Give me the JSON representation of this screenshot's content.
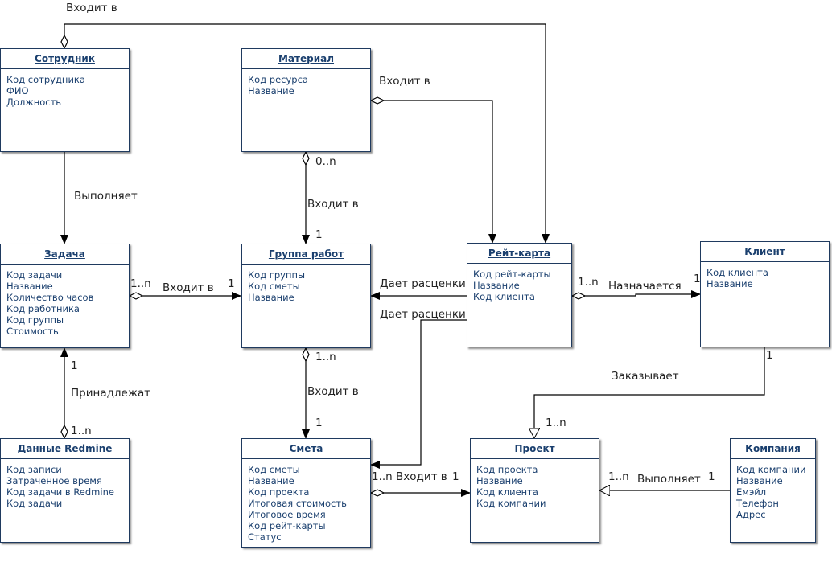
{
  "entities": {
    "employee": {
      "title": "Сотрудник",
      "attrs": [
        "Код сотрудника",
        "ФИО",
        "Должность"
      ]
    },
    "material": {
      "title": "Материал",
      "attrs": [
        "Код ресурса",
        "Название"
      ]
    },
    "task": {
      "title": "Задача",
      "attrs": [
        "Код задачи",
        "Название",
        "Количество часов",
        "Код работника",
        "Код группы",
        "Стоимость"
      ]
    },
    "work_group": {
      "title": "Группа работ",
      "attrs": [
        "Код группы",
        "Код сметы",
        "Название"
      ]
    },
    "rate_card": {
      "title": "Рейт-карта",
      "attrs": [
        "Код рейт-карты",
        "Название",
        "Код клиента"
      ]
    },
    "client": {
      "title": "Клиент",
      "attrs": [
        "Код клиента",
        "Название"
      ]
    },
    "redmine": {
      "title": "Данные Redmine",
      "attrs": [
        "Код записи",
        "Затраченное время",
        "Код задачи в Redmine",
        "Код задачи"
      ]
    },
    "estimate": {
      "title": "Смета",
      "attrs": [
        "Код сметы",
        "Название",
        "Код проекта",
        "Итоговая стоимость",
        "Итоговое время",
        "Код рейт-карты",
        "Статус"
      ]
    },
    "project": {
      "title": "Проект",
      "attrs": [
        "Код проекта",
        "Название",
        "Код клиента",
        "Код компании"
      ]
    },
    "company": {
      "title": "Компания",
      "attrs": [
        "Код компании",
        "Название",
        "Емэйл",
        "Телефон",
        "Адрес"
      ]
    }
  },
  "labels": {
    "employee_in_ratecard": "Входит в",
    "performs": "Выполняет",
    "material_in_ratecard": "Входит в",
    "material_mult": "0..n",
    "material_in_group": "Входит в",
    "group_one_top": "1",
    "task_mult": "1..n",
    "task_in_group": "Входит в",
    "group_one_left": "1",
    "gives_rates_1": "Дает расценки",
    "gives_rates_2": "Дает расценки",
    "ratecard_mult": "1..n",
    "assigned": "Назначается",
    "client_one_left": "1",
    "client_one_bottom": "1",
    "orders": "Заказывает",
    "project_mult_top": "1..n",
    "task_one_bottom": "1",
    "belongs": "Принадлежат",
    "redmine_mult": "1..n",
    "group_mult_bottom": "1..n",
    "group_in_estimate": "Входит в",
    "estimate_one_top": "1",
    "estimate_mult": "1..n",
    "estimate_in_project": "Входит в",
    "project_one_left": "1",
    "project_mult_right": "1..n",
    "company_performs": "Выполняет",
    "company_one": "1"
  }
}
